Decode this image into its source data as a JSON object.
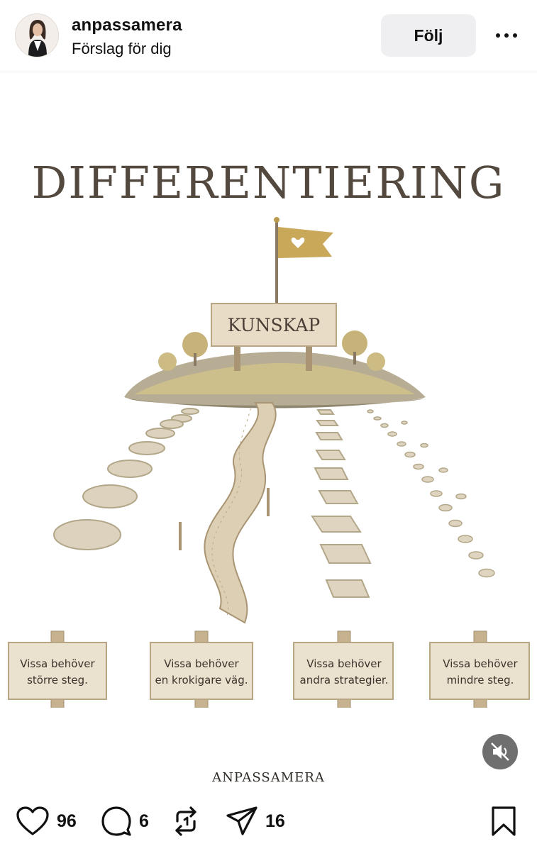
{
  "header": {
    "username": "anpassamera",
    "subtitle": "Förslag för dig",
    "follow_label": "Följ",
    "more_icon": "more-horizontal-icon"
  },
  "post": {
    "title": "DIFFERENTIERING",
    "goal_sign": "KUNSKAP",
    "signs": [
      {
        "line1": "Vissa behöver",
        "line2": "större steg."
      },
      {
        "line1": "Vissa behöver",
        "line2": "en krokigare väg."
      },
      {
        "line1": "Vissa behöver",
        "line2": "andra strategier."
      },
      {
        "line1": "Vissa behöver",
        "line2": "mindre steg."
      }
    ],
    "brand": "ANPASSAMERA",
    "mute_icon": "muted-speaker-icon"
  },
  "actions": {
    "likes": "96",
    "comments": "6",
    "shares": "16",
    "icons": [
      "heart-icon",
      "comment-icon",
      "repost-icon",
      "share-icon",
      "bookmark-icon"
    ]
  },
  "colors": {
    "title": "#54493f",
    "flag": "#c9a85a",
    "sign_wood": "#ebe1cf",
    "follow_bg": "#efeff1"
  }
}
